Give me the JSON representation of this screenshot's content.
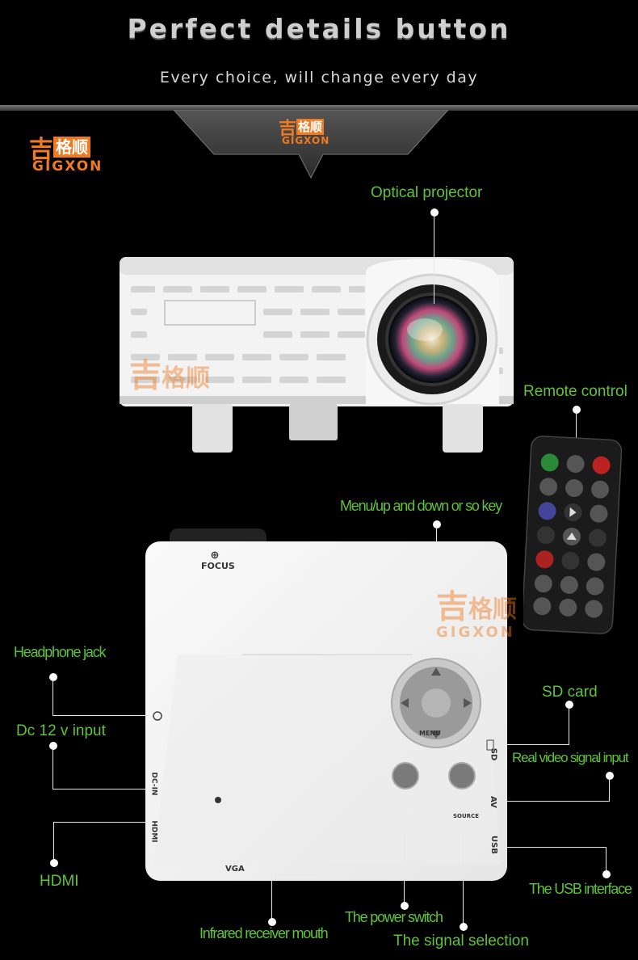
{
  "header": {
    "title": "Perfect details button",
    "subtitle": "Every choice, will change every day"
  },
  "brand": {
    "cn_glyph": "吉",
    "cn_name": "格顺",
    "en_name": "GIGXON"
  },
  "labels": {
    "optical_projector": "Optical projector",
    "remote_control": "Remote control",
    "menu_key": "Menu/up and down or so key",
    "headphone_jack": "Headphone jack",
    "sd_card": "SD card",
    "dc_input": "Dc 12 v input",
    "real_video": "Real video signal input",
    "hdmi": "HDMI",
    "usb_interface": "The USB interface",
    "power_switch": "The power switch",
    "infrared": "Infrared receiver mouth",
    "signal_selection": "The signal selection"
  },
  "device": {
    "focus": "FOCUS",
    "menu_btn": "MENU",
    "source_btn": "SOURCE",
    "port_sd": "SD",
    "port_av": "AV",
    "port_usb": "USB",
    "port_dcin": "DC-IN",
    "port_hdmi": "HDMI",
    "port_vga": "VGA"
  },
  "colors": {
    "label_green": "#5fc33a",
    "brand_orange": "#f07a20"
  }
}
